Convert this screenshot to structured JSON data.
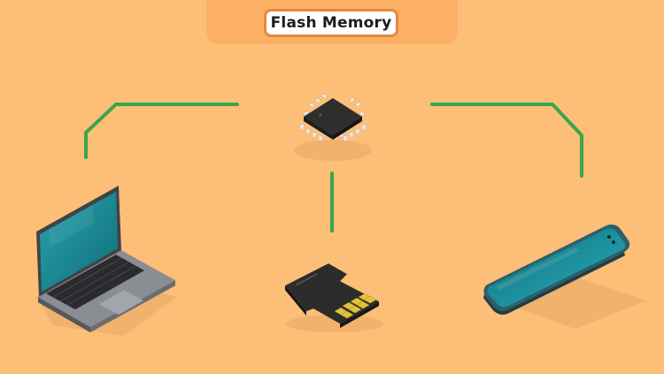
{
  "title": "Flash Memory",
  "colors": {
    "background": "#fdbf78",
    "tab": "#fcb066",
    "title_border": "#e8873a",
    "connector": "#3aa64d",
    "device_dark": "#2b2b2b",
    "screen_teal": "#1f8d96",
    "card_contacts": "#e3c23c"
  },
  "devices": [
    {
      "name": "laptop",
      "icon": "laptop-icon"
    },
    {
      "name": "flash-chip",
      "icon": "memory-chip-icon"
    },
    {
      "name": "microsd-card",
      "icon": "sd-card-icon"
    },
    {
      "name": "smartphone",
      "icon": "smartphone-icon"
    }
  ]
}
